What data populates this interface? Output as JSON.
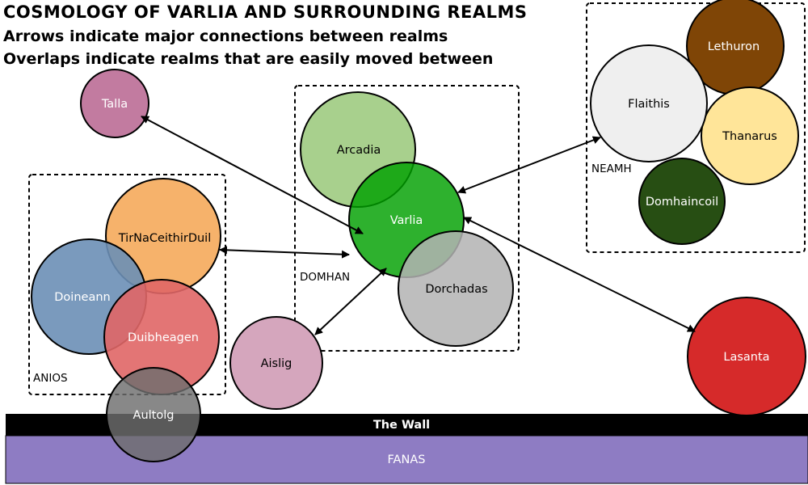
{
  "header": {
    "title": "COSMOLOGY OF VARLIA AND SURROUNDING REALMS",
    "subtitle_arrows": "Arrows indicate major connections between realms",
    "subtitle_overlaps": "Overlaps indicate realms that are easily moved between"
  },
  "groups": {
    "anios": "ANIOS",
    "domhan": "DOMHAN",
    "neamh": "NEAMH"
  },
  "realms": {
    "talla": {
      "label": "Talla",
      "color": "#c27ba0"
    },
    "tirnaceithirduil": {
      "label": "TirNaCeithirDuil",
      "color": "#f6b26b"
    },
    "doineann": {
      "label": "Doineann",
      "color": "#6b8fb6"
    },
    "duibheagen": {
      "label": "Duibheagen",
      "color": "#e06666"
    },
    "aultolg": {
      "label": "Aultolg",
      "color": "#6e6e6e"
    },
    "arcadia": {
      "label": "Arcadia",
      "color": "#a8d08d"
    },
    "varlia": {
      "label": "Varlia",
      "color": "#00a000"
    },
    "dorchadas": {
      "label": "Dorchadas",
      "color": "#b3b3b3"
    },
    "aislig": {
      "label": "Aislig",
      "color": "#d5a6bd"
    },
    "flaithis": {
      "label": "Flaithis",
      "color": "#efefef"
    },
    "lethuron": {
      "label": "Lethuron",
      "color": "#7f4506"
    },
    "thanarus": {
      "label": "Thanarus",
      "color": "#ffe599"
    },
    "domhaincoil": {
      "label": "Domhaincoil",
      "color": "#274e13"
    },
    "lasanta": {
      "label": "Lasanta",
      "color": "#d62a2a"
    }
  },
  "wall": {
    "label": "The Wall",
    "color": "#000000"
  },
  "fanas": {
    "label": "FANAS",
    "color": "#8e7cc3"
  }
}
